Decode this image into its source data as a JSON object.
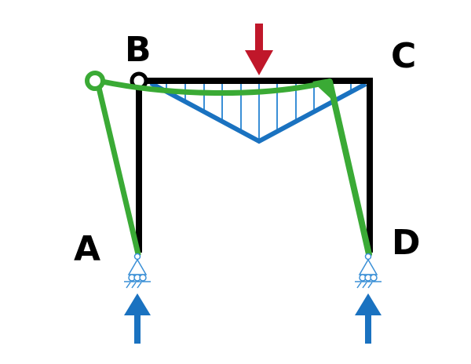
{
  "diagram": {
    "type": "structural frame — deformed shape and moment diagram",
    "labels": {
      "A": "A",
      "B": "B",
      "C": "C",
      "D": "D"
    },
    "colors": {
      "frame": "#000000",
      "deformed_shape": "#3aaa35",
      "moment_diagram": "#1a72c0",
      "moment_hatch": "#3a8fd6",
      "applied_load": "#c0172a",
      "reactions": "#1a72c0",
      "supports": "#3a8fd6"
    },
    "elements": {
      "hinge_B": "black open circle at joint B",
      "hinge_green": "green open circle (displaced hinge)",
      "applied_load": "red downward arrow at beam midspan",
      "support_A": "roller support below A",
      "support_D": "roller support below D",
      "reaction_A": "blue upward arrow at A",
      "reaction_D": "blue upward arrow at D"
    }
  }
}
